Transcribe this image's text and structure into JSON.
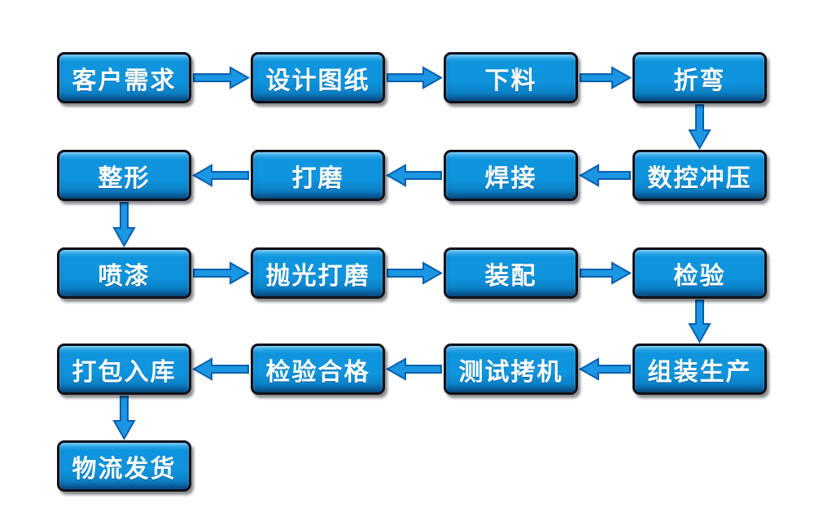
{
  "diagram": {
    "nodes": [
      {
        "id": "customer-requirements",
        "label": "客户需求",
        "row": 0,
        "col": 0
      },
      {
        "id": "design-drawings",
        "label": "设计图纸",
        "row": 0,
        "col": 1
      },
      {
        "id": "cutting",
        "label": "下料",
        "row": 0,
        "col": 2
      },
      {
        "id": "bending",
        "label": "折弯",
        "row": 0,
        "col": 3
      },
      {
        "id": "cnc-stamping",
        "label": "数控冲压",
        "row": 1,
        "col": 3
      },
      {
        "id": "welding",
        "label": "焊接",
        "row": 1,
        "col": 2
      },
      {
        "id": "grinding",
        "label": "打磨",
        "row": 1,
        "col": 1
      },
      {
        "id": "shaping",
        "label": "整形",
        "row": 1,
        "col": 0
      },
      {
        "id": "spray-painting",
        "label": "喷漆",
        "row": 2,
        "col": 0
      },
      {
        "id": "polish-grinding",
        "label": "抛光打磨",
        "row": 2,
        "col": 1
      },
      {
        "id": "assembly",
        "label": "装配",
        "row": 2,
        "col": 2
      },
      {
        "id": "inspection",
        "label": "检验",
        "row": 2,
        "col": 3
      },
      {
        "id": "assembly-production",
        "label": "组装生产",
        "row": 3,
        "col": 3
      },
      {
        "id": "burn-in-testing",
        "label": "测试拷机",
        "row": 3,
        "col": 2
      },
      {
        "id": "inspection-passed",
        "label": "检验合格",
        "row": 3,
        "col": 1
      },
      {
        "id": "packing-warehousing",
        "label": "打包入库",
        "row": 3,
        "col": 0
      },
      {
        "id": "logistics-shipping",
        "label": "物流发货",
        "row": 4,
        "col": 0
      }
    ],
    "edges": [
      {
        "from": "customer-requirements",
        "to": "design-drawings",
        "dir": "right"
      },
      {
        "from": "design-drawings",
        "to": "cutting",
        "dir": "right"
      },
      {
        "from": "cutting",
        "to": "bending",
        "dir": "right"
      },
      {
        "from": "bending",
        "to": "cnc-stamping",
        "dir": "down"
      },
      {
        "from": "cnc-stamping",
        "to": "welding",
        "dir": "left"
      },
      {
        "from": "welding",
        "to": "grinding",
        "dir": "left"
      },
      {
        "from": "grinding",
        "to": "shaping",
        "dir": "left"
      },
      {
        "from": "shaping",
        "to": "spray-painting",
        "dir": "down"
      },
      {
        "from": "spray-painting",
        "to": "polish-grinding",
        "dir": "right"
      },
      {
        "from": "polish-grinding",
        "to": "assembly",
        "dir": "right"
      },
      {
        "from": "assembly",
        "to": "inspection",
        "dir": "right"
      },
      {
        "from": "inspection",
        "to": "assembly-production",
        "dir": "down"
      },
      {
        "from": "assembly-production",
        "to": "burn-in-testing",
        "dir": "left"
      },
      {
        "from": "burn-in-testing",
        "to": "inspection-passed",
        "dir": "left"
      },
      {
        "from": "inspection-passed",
        "to": "packing-warehousing",
        "dir": "left"
      },
      {
        "from": "packing-warehousing",
        "to": "logistics-shipping",
        "dir": "down"
      }
    ]
  },
  "colors": {
    "background": "#ffffff",
    "box_fill": "#0e95de",
    "box_fill_top": "#4ab5ed",
    "box_border": "#10101b",
    "box_text": "#ffffff",
    "arrow_fill": "#1b96e2",
    "arrow_outline": "#0a5fae"
  }
}
